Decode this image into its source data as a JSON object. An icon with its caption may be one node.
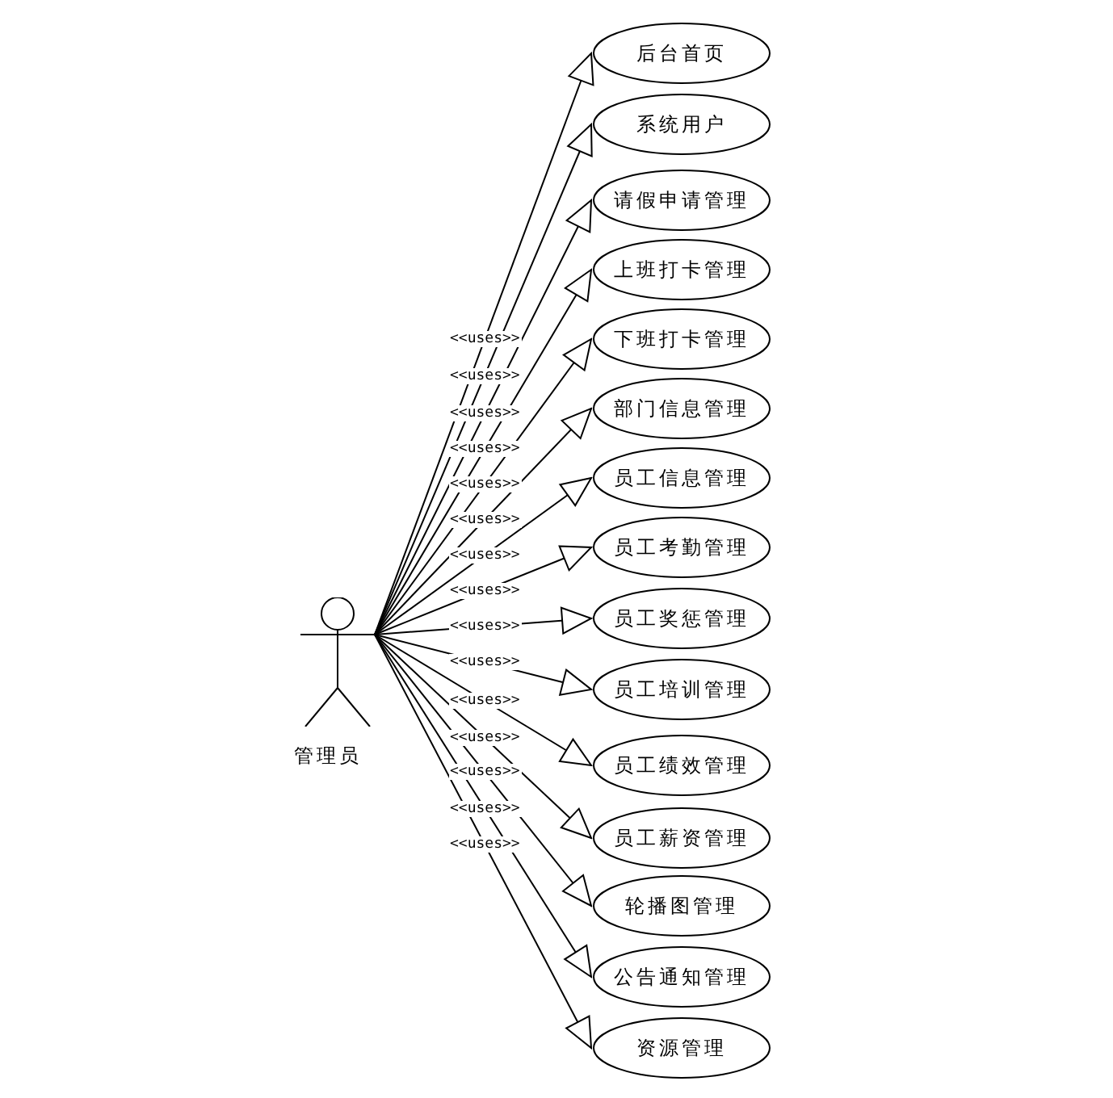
{
  "diagram": {
    "nodes": [
      {
        "text": [
          "管理员"
        ]
      },
      {
        "text": [
          "后台首页"
        ]
      },
      {
        "text": [
          "系统用户"
        ]
      },
      {
        "text": [
          "请假申请管理"
        ]
      },
      {
        "text": [
          "上班打卡管理"
        ]
      },
      {
        "text": [
          "下班打卡管理"
        ]
      },
      {
        "text": [
          "部门信息管理"
        ]
      },
      {
        "text": [
          "员工信息管理"
        ]
      },
      {
        "text": [
          "员工考勤管理"
        ]
      },
      {
        "text": [
          "员工奖惩管理"
        ]
      },
      {
        "text": [
          "员工培训管理"
        ]
      },
      {
        "text": [
          "员工绩效管理"
        ]
      },
      {
        "text": [
          "员工薪资管理"
        ]
      },
      {
        "text": [
          "轮播图管理"
        ]
      },
      {
        "text": [
          "公告通知管理"
        ]
      },
      {
        "text": [
          "资源管理"
        ]
      }
    ],
    "edges": [
      {
        "from": 0,
        "to": 1,
        "arrow": "to",
        "label": "<<uses>>"
      },
      {
        "from": 0,
        "to": 2,
        "arrow": "to",
        "label": "<<uses>>"
      },
      {
        "from": 0,
        "to": 3,
        "arrow": "to",
        "label": "<<uses>>"
      },
      {
        "from": 0,
        "to": 4,
        "arrow": "to",
        "label": "<<uses>>"
      },
      {
        "from": 0,
        "to": 5,
        "arrow": "to",
        "label": "<<uses>>"
      },
      {
        "from": 0,
        "to": 6,
        "arrow": "to",
        "label": "<<uses>>"
      },
      {
        "from": 0,
        "to": 7,
        "arrow": "to",
        "label": "<<uses>>"
      },
      {
        "from": 0,
        "to": 8,
        "arrow": "to",
        "label": "<<uses>>"
      },
      {
        "from": 0,
        "to": 9,
        "arrow": "to",
        "label": "<<uses>>"
      },
      {
        "from": 0,
        "to": 10,
        "arrow": "to",
        "label": "<<uses>>"
      },
      {
        "from": 0,
        "to": 11,
        "arrow": "to",
        "label": "<<uses>>"
      },
      {
        "from": 0,
        "to": 12,
        "arrow": "to",
        "label": "<<uses>>"
      },
      {
        "from": 0,
        "to": 13,
        "arrow": "to",
        "label": "<<uses>>"
      },
      {
        "from": 0,
        "to": 14,
        "arrow": "to",
        "label": "<<uses>>"
      },
      {
        "from": 0,
        "to": 15,
        "arrow": "to",
        "label": "<<uses>>"
      }
    ]
  }
}
